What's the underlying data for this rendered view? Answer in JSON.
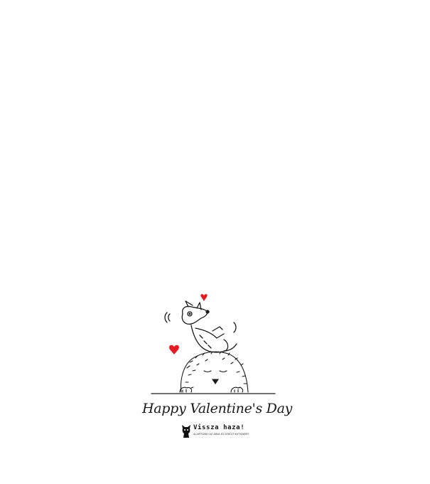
{
  "card": {
    "greeting": "Happy Valentine's Day",
    "logo": {
      "name": "Vissza haza!",
      "tagline": "ALAPÍTVÁNY AZ ÁRVA ÉS SÉRÜLT KUTYÁKÉRT"
    }
  },
  "colors": {
    "heart": "#e31b23",
    "ink": "#1a1a1a",
    "background": "#ffffff"
  },
  "icons": [
    "heart-icon",
    "dog-icon",
    "logo-dog-icon"
  ]
}
